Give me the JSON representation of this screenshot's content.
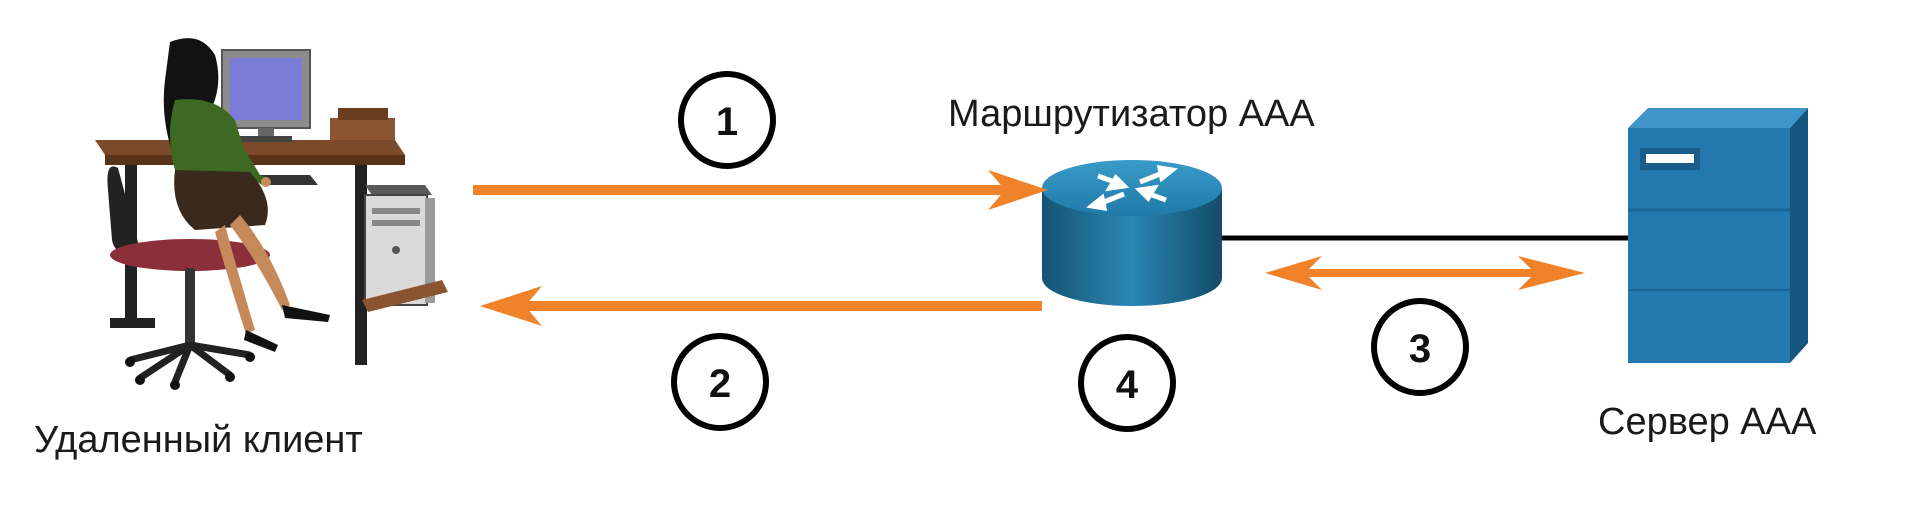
{
  "labels": {
    "client": "Удаленный клиент",
    "router": "Маршрутизатор AAA",
    "server": "Сервер AAA"
  },
  "steps": [
    "1",
    "2",
    "3",
    "4"
  ],
  "colors": {
    "arrow": "#f0832a",
    "router_body": "#1d6e98",
    "server_body": "#2378ad",
    "link": "#000000"
  },
  "icons": {
    "client": "person-at-computer-desk-icon",
    "router": "router-icon",
    "server": "server-tower-icon"
  }
}
